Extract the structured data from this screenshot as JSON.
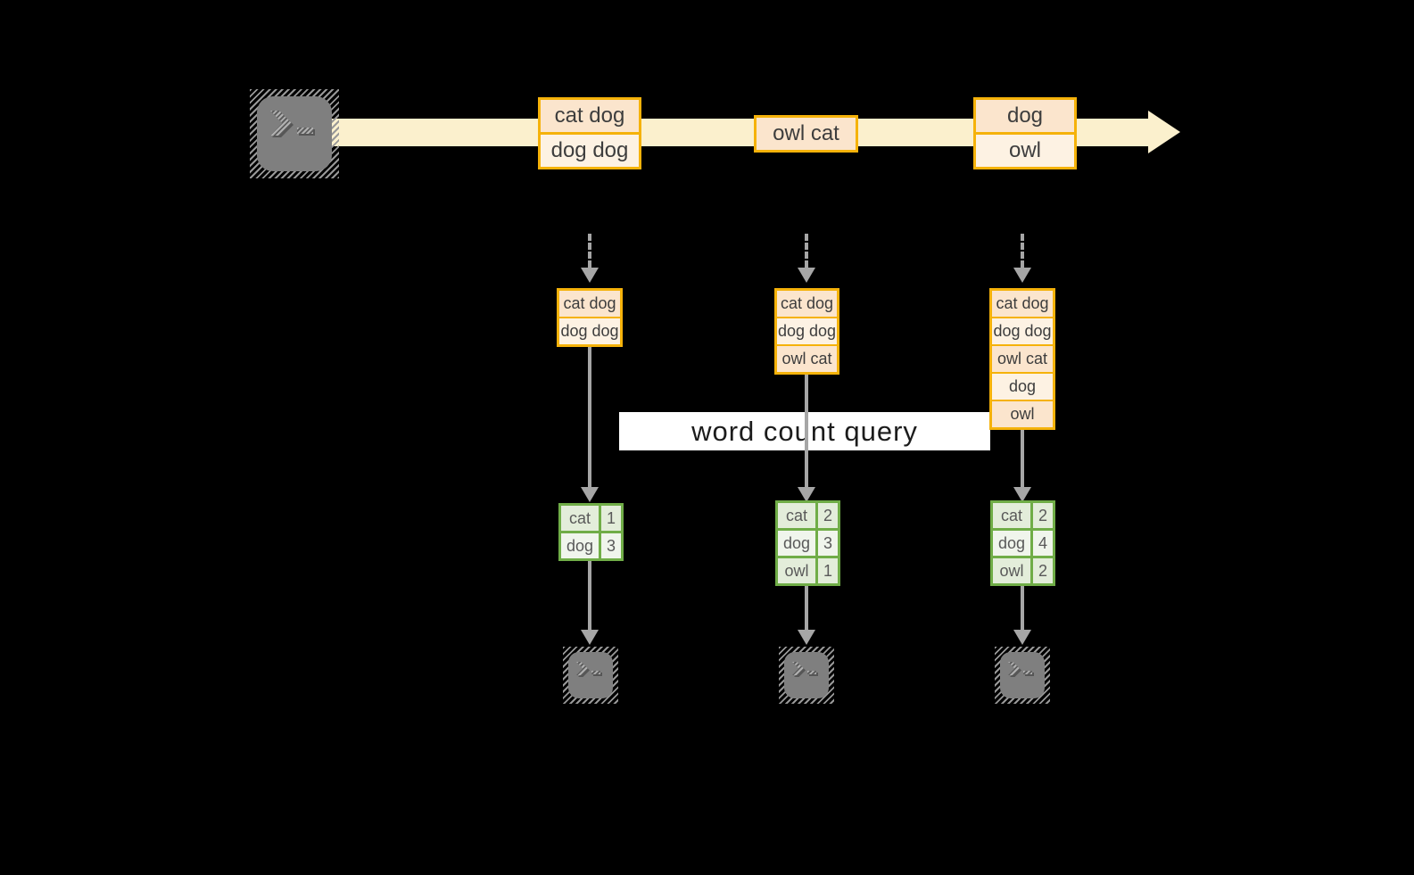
{
  "title_band": {
    "label": "word count query"
  },
  "stream": {
    "source_icon": "terminal",
    "events": [
      {
        "lines": [
          "cat dog",
          "dog dog"
        ]
      },
      {
        "lines": [
          "owl cat"
        ]
      },
      {
        "lines": [
          "dog",
          "owl"
        ]
      }
    ]
  },
  "pipelines": [
    {
      "state": [
        "cat dog",
        "dog dog"
      ],
      "counts": [
        {
          "word": "cat",
          "count": "1"
        },
        {
          "word": "dog",
          "count": "3"
        }
      ]
    },
    {
      "state": [
        "cat dog",
        "dog dog",
        "owl cat"
      ],
      "counts": [
        {
          "word": "cat",
          "count": "2"
        },
        {
          "word": "dog",
          "count": "3"
        },
        {
          "word": "owl",
          "count": "1"
        }
      ]
    },
    {
      "state": [
        "cat dog",
        "dog dog",
        "owl cat",
        "dog",
        "owl"
      ],
      "counts": [
        {
          "word": "cat",
          "count": "2"
        },
        {
          "word": "dog",
          "count": "4"
        },
        {
          "word": "owl",
          "count": "2"
        }
      ]
    }
  ],
  "palette": {
    "background": "#000000",
    "stream_band": "#fbf0cd",
    "box_border": "#f5b20a",
    "box_fill_dark": "#fbe5cd",
    "box_fill_light": "#fdf2e3",
    "table_border": "#70ad47",
    "table_fill_dark": "#e3edda",
    "table_fill_light": "#f0f5ec",
    "arrow_gray": "#a6a6a6",
    "terminal_gray": "#7f7f7f"
  }
}
